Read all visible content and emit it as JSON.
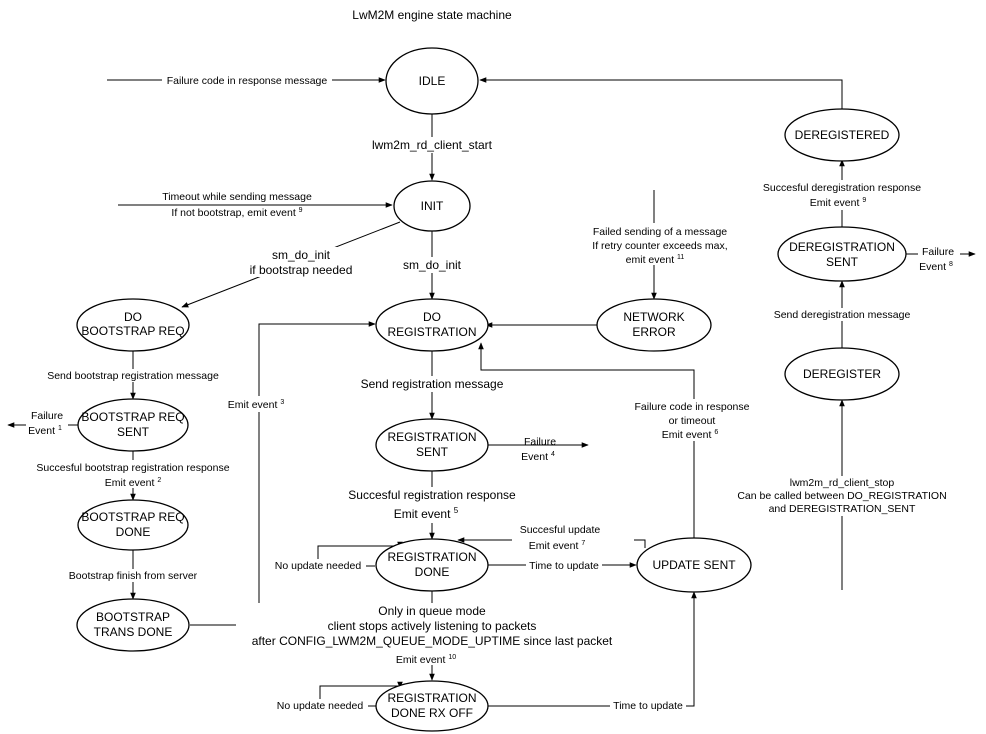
{
  "title": "LwM2M engine state machine",
  "states": {
    "idle": [
      "IDLE"
    ],
    "init": [
      "INIT"
    ],
    "do_bootstrap_req": [
      "DO",
      "BOOTSTRAP REQ"
    ],
    "bootstrap_req_sent": [
      "BOOTSTRAP REQ",
      "SENT"
    ],
    "bootstrap_req_done": [
      "BOOTSTRAP REQ",
      "DONE"
    ],
    "bootstrap_trans_done": [
      "BOOTSTRAP",
      "TRANS DONE"
    ],
    "do_registration": [
      "DO",
      "REGISTRATION"
    ],
    "registration_sent": [
      "REGISTRATION",
      "SENT"
    ],
    "registration_done": [
      "REGISTRATION",
      "DONE"
    ],
    "registration_done_rx_off": [
      "REGISTRATION",
      "DONE RX OFF"
    ],
    "network_error": [
      "NETWORK",
      "ERROR"
    ],
    "update_sent": [
      "UPDATE SENT"
    ],
    "deregistered": [
      "DEREGISTERED"
    ],
    "deregistration_sent": [
      "DEREGISTRATION",
      "SENT"
    ],
    "deregister": [
      "DEREGISTER"
    ]
  },
  "labels": {
    "failure_to_idle": "Failure code in response message",
    "client_start": "lwm2m_rd_client_start",
    "timeout_l1": "Timeout while sending message",
    "timeout_l2": "If not bootstrap, emit event ",
    "timeout_sup": "9",
    "sm_init_bs_l1": "sm_do_init",
    "sm_init_bs_l2": "if bootstrap needed",
    "sm_init": "sm_do_init",
    "net_fail_l1": "Failed sending of a message",
    "net_fail_l2": "If retry counter exceeds max,",
    "net_fail_l3": "emit event ",
    "net_fail_sup": "11",
    "send_bs_reg": "Send bootstrap registration message",
    "bs_failure_l1": "Failure",
    "bs_failure_l2": "Event ",
    "bs_failure_sup": "1",
    "bs_success_l1": "Succesful bootstrap registration response",
    "bs_success_l2": "Emit event ",
    "bs_success_sup": "2",
    "bs_finish": "Bootstrap finish from server",
    "emit3_l": "Emit event ",
    "emit3_sup": "3",
    "send_reg": "Send registration message",
    "reg_failure_l1": "Failure",
    "reg_failure_l2": "Event ",
    "reg_failure_sup": "4",
    "reg_success_l1": "Succesful registration response",
    "reg_success_l2": "Emit event ",
    "reg_success_sup": "5",
    "upd_failure_l1": "Failure code in response",
    "upd_failure_l2": "or timeout",
    "upd_failure_l3": "Emit event ",
    "upd_failure_sup": "6",
    "upd_success_l1": "Succesful update",
    "upd_success_l2": "Emit event ",
    "upd_success_sup": "7",
    "no_update_1": "No update needed",
    "time_to_update_1": "Time to update",
    "queue_l1": "Only in queue mode",
    "queue_l2": "client stops actively listening to packets",
    "queue_l3": "after CONFIG_LWM2M_QUEUE_MODE_UPTIME since last packet",
    "queue_l4": "Emit event ",
    "queue_sup": "10",
    "no_update_2": "No update needed",
    "time_to_update_2": "Time to update",
    "dereg_success_l1": "Succesful deregistration response",
    "dereg_success_l2": "Emit event ",
    "dereg_success_sup": "9",
    "dereg_failure_l1": "Failure",
    "dereg_failure_l2": "Event ",
    "dereg_failure_sup": "8",
    "send_dereg": "Send deregistration message",
    "stop_l1": "lwm2m_rd_client_stop",
    "stop_l2": "Can be called between DO_REGISTRATION",
    "stop_l3": "and DEREGISTRATION_SENT"
  }
}
